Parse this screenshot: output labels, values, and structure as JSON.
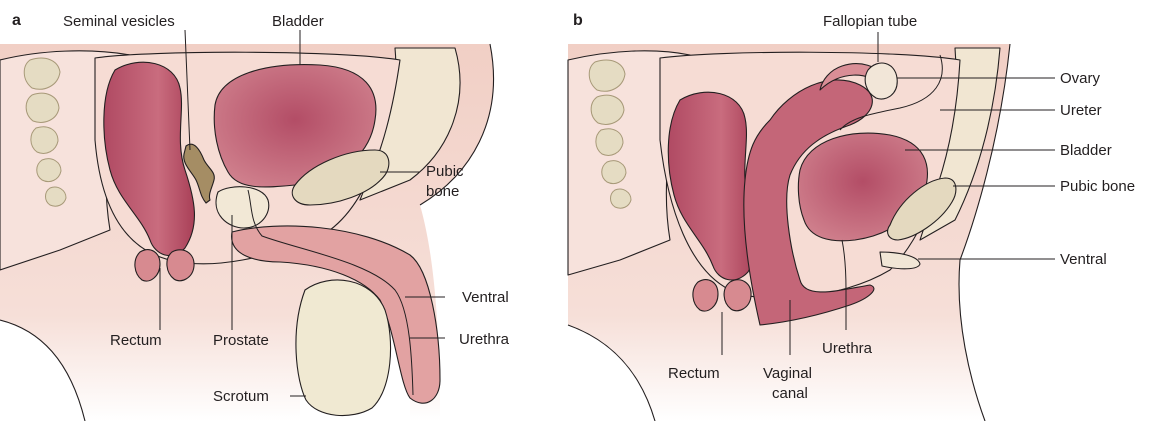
{
  "panels": [
    {
      "letter": "a",
      "labels": {
        "seminal_vesicles": "Seminal vesicles",
        "bladder": "Bladder",
        "pubic_bone_line1": "Pubic",
        "pubic_bone_line2": "bone",
        "rectum": "Rectum",
        "prostate": "Prostate",
        "ventral": "Ventral",
        "urethra": "Urethra",
        "scrotum": "Scrotum"
      }
    },
    {
      "letter": "b",
      "labels": {
        "fallopian_tube": "Fallopian tube",
        "ovary": "Ovary",
        "ureter": "Ureter",
        "bladder": "Bladder",
        "pubic_bone": "Pubic bone",
        "ventral": "Ventral",
        "rectum": "Rectum",
        "vaginal_canal_line1": "Vaginal",
        "vaginal_canal_line2": "canal",
        "urethra": "Urethra"
      }
    }
  ],
  "colors": {
    "skin": "#f3d6cd",
    "skin_dark": "#e9bfb3",
    "fat": "#efe7d6",
    "bone": "#ddd3b8",
    "organ": "#c46678",
    "organ_dark": "#9e3c55",
    "duct": "#d9929a",
    "vesicle": "#a8906a"
  }
}
